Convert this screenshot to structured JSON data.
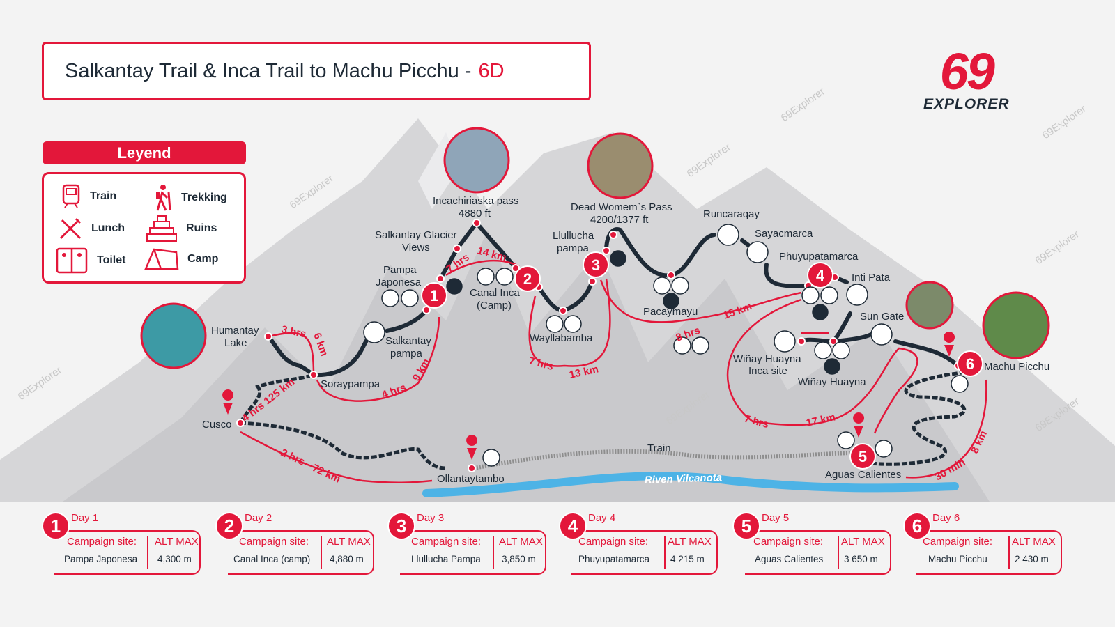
{
  "title": {
    "main": "Salkantay Trail & Inca Trail to Machu Picchu -",
    "accent": "6D"
  },
  "logo": {
    "number": "69",
    "word": "EXPLORER"
  },
  "watermark": "69Explorer",
  "legend": {
    "title": "Leyend",
    "items": [
      {
        "icon": "train-icon",
        "label": "Train"
      },
      {
        "icon": "trekking-icon",
        "label": "Trekking"
      },
      {
        "icon": "lunch-icon",
        "label": "Lunch"
      },
      {
        "icon": "ruins-icon",
        "label": "Ruins"
      },
      {
        "icon": "toilet-icon",
        "label": "Toilet"
      },
      {
        "icon": "camp-icon",
        "label": "Camp"
      }
    ]
  },
  "map": {
    "places": {
      "cusco": "Cusco",
      "humantay_1": "Humantay",
      "humantay_2": "Lake",
      "soraypampa": "Soraypampa",
      "salkantay_pampa_1": "Salkantay",
      "salkantay_pampa_2": "pampa",
      "pampa_japonesa_1": "Pampa",
      "pampa_japonesa_2": "Japonesa",
      "glacier_1": "Salkantay Glacier",
      "glacier_2": "Views",
      "incachiriaska_1": "Incachiriaska pass",
      "incachiriaska_2": "4880 ft",
      "canal_inca_1": "Canal Inca",
      "canal_inca_2": "(Camp)",
      "wayllabamba": "Wayllabamba",
      "llullucha_1": "Llullucha",
      "llullucha_2": "pampa",
      "dead_woman_1": "Dead Womem`s Pass",
      "dead_woman_2": "4200/1377 ft",
      "pacaymayu": "Pacaymayu",
      "runcaraqay": "Runcaraqay",
      "sayacmarca": "Sayacmarca",
      "phuyupatamarca": "Phuyupatamarca",
      "inti_pata": "Inti Pata",
      "sun_gate": "Sun Gate",
      "winay_site_1": "Wiñay Huayna",
      "winay_site_2": "Inca site",
      "winay": "Wiñay Huayna",
      "machu_picchu": "Machu Picchu",
      "aguas_calientes": "Aguas Calientes",
      "ollantaytambo": "Ollantaytambo",
      "train": "Train",
      "river": "Riven Vilcanota"
    },
    "segments": {
      "humantay_time": "3 hrs",
      "humantay_dist": "6 km",
      "cusco_soray": "4 hrs 125 km",
      "soray_day1_time": "4 hrs",
      "soray_day1_dist": "9 km",
      "day2_time": "7 hrs",
      "day2_dist": "14 km",
      "wayll_time": "7 hrs",
      "wayll_dist": "13 km",
      "day4_time": "8 hrs",
      "day4_dist": "15 km",
      "day5_time": "7 hrs",
      "day5_dist": "17 km",
      "mp_time": "30 min",
      "mp_dist": "8 km",
      "cusco_ollanta_time": "2 hrs",
      "cusco_ollanta_dist": "72 km"
    },
    "markers": [
      "1",
      "2",
      "3",
      "4",
      "5",
      "6"
    ]
  },
  "days": [
    {
      "num": "1",
      "label": "Day 1",
      "site_label": "Campaign site:",
      "alt_label": "ALT MAX",
      "site": "Pampa Japonesa",
      "alt": "4,300 m"
    },
    {
      "num": "2",
      "label": "Day 2",
      "site_label": "Campaign site:",
      "alt_label": "ALT MAX",
      "site": "Canal Inca (camp)",
      "alt": "4,880 m"
    },
    {
      "num": "3",
      "label": "Day 3",
      "site_label": "Campaign site:",
      "alt_label": "ALT MAX",
      "site": "Llullucha Pampa",
      "alt": "3,850 m"
    },
    {
      "num": "4",
      "label": "Day 4",
      "site_label": "Campaign site:",
      "alt_label": "ALT MAX",
      "site": "Phuyupatamarca",
      "alt": "4 215 m"
    },
    {
      "num": "5",
      "label": "Day 5",
      "site_label": "Campaign site:",
      "alt_label": "ALT MAX",
      "site": "Aguas Calientes",
      "alt": "3 650 m"
    },
    {
      "num": "6",
      "label": "Day 6",
      "site_label": "Campaign site:",
      "alt_label": "ALT MAX",
      "site": "Machu Picchu",
      "alt": "2 430 m"
    }
  ],
  "colors": {
    "accent": "#e3173a",
    "dark": "#1e2a36",
    "mountain": "#d3d3d5",
    "river": "#4db3e6"
  }
}
